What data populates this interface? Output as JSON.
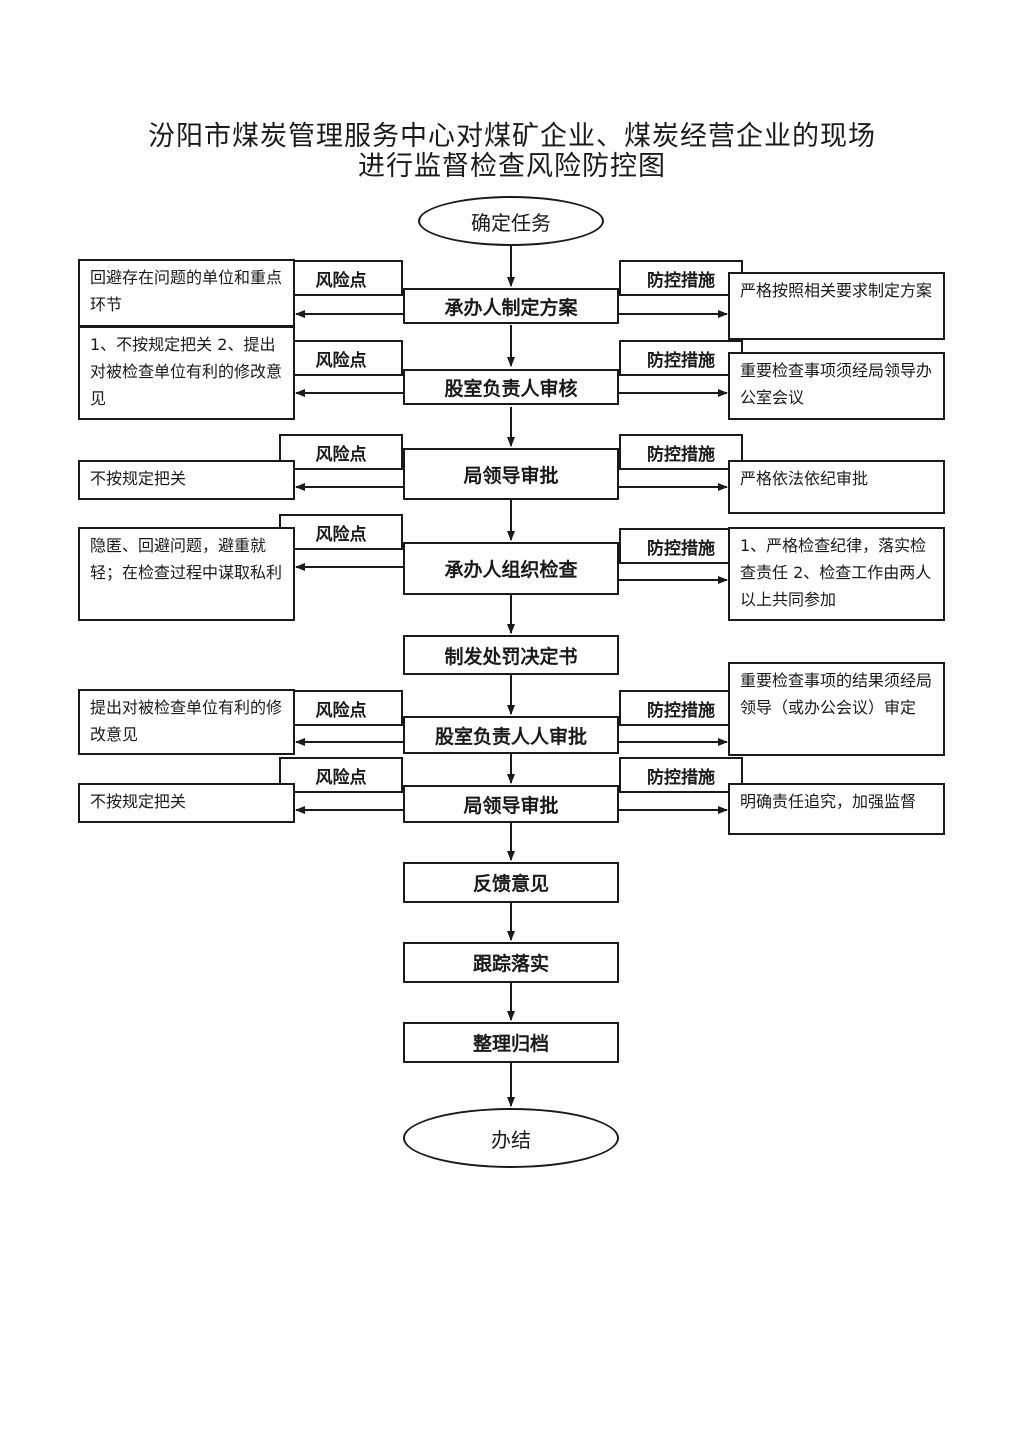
{
  "title": {
    "line1": "汾阳市煤炭管理服务中心对煤矿企业、煤炭经营企业的现场",
    "line2": "进行监督检查风险防控图"
  },
  "start": "确定任务",
  "end": "办结",
  "risk_label": "风险点",
  "control_label": "防控措施",
  "steps": [
    {
      "label": "承办人制定方案",
      "risk": "回避存在问题的单位和重点环节",
      "control": "严格按照相关要求制定方案"
    },
    {
      "label": "股室负责人审核",
      "risk": "1、不按规定把关 2、提出对被检查单位有利的修改意见",
      "control": "重要检查事项须经局领导办公室会议"
    },
    {
      "label": "局领导审批",
      "risk": "不按规定把关",
      "control": "严格依法依纪审批"
    },
    {
      "label": "承办人组织检查",
      "risk": "隐匿、回避问题，避重就轻；在检查过程中谋取私利",
      "control": "1、严格检查纪律，落实检查责任 2、检查工作由两人以上共同参加"
    },
    {
      "label": "制发处罚决定书"
    },
    {
      "label": "股室负责人人审批",
      "risk": "提出对被检查单位有利的修改意见",
      "control": "重要检查事项的结果须经局领导（或办公会议）审定"
    },
    {
      "label": "局领导审批",
      "risk": "不按规定把关",
      "control": "明确责任追究，加强监督"
    },
    {
      "label": "反馈意见"
    },
    {
      "label": "跟踪落实"
    },
    {
      "label": "整理归档"
    }
  ]
}
